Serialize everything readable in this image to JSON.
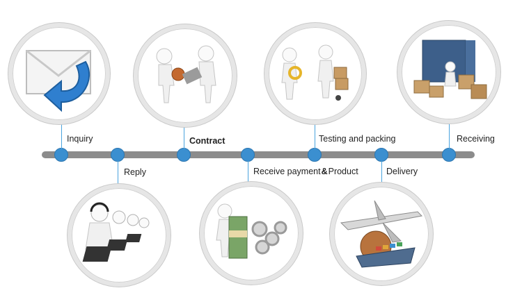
{
  "steps": {
    "inquiry": "Inquiry",
    "reply": "Reply",
    "contract": "Contract",
    "receive_payment": "Receive payment",
    "product": "Product",
    "testing": "Testing and packing",
    "delivery": "Delivery",
    "receiving": "Receiving"
  },
  "colors": {
    "dot": "#3b8fd0",
    "bar": "#8c8c8c",
    "stem": "#49a3de"
  },
  "icons": [
    "envelope-reply-icon",
    "support-agents-icon",
    "contract-handshake-icon",
    "money-gears-icon",
    "testing-packing-icon",
    "airplane-ship-icon",
    "container-boxes-icon"
  ]
}
